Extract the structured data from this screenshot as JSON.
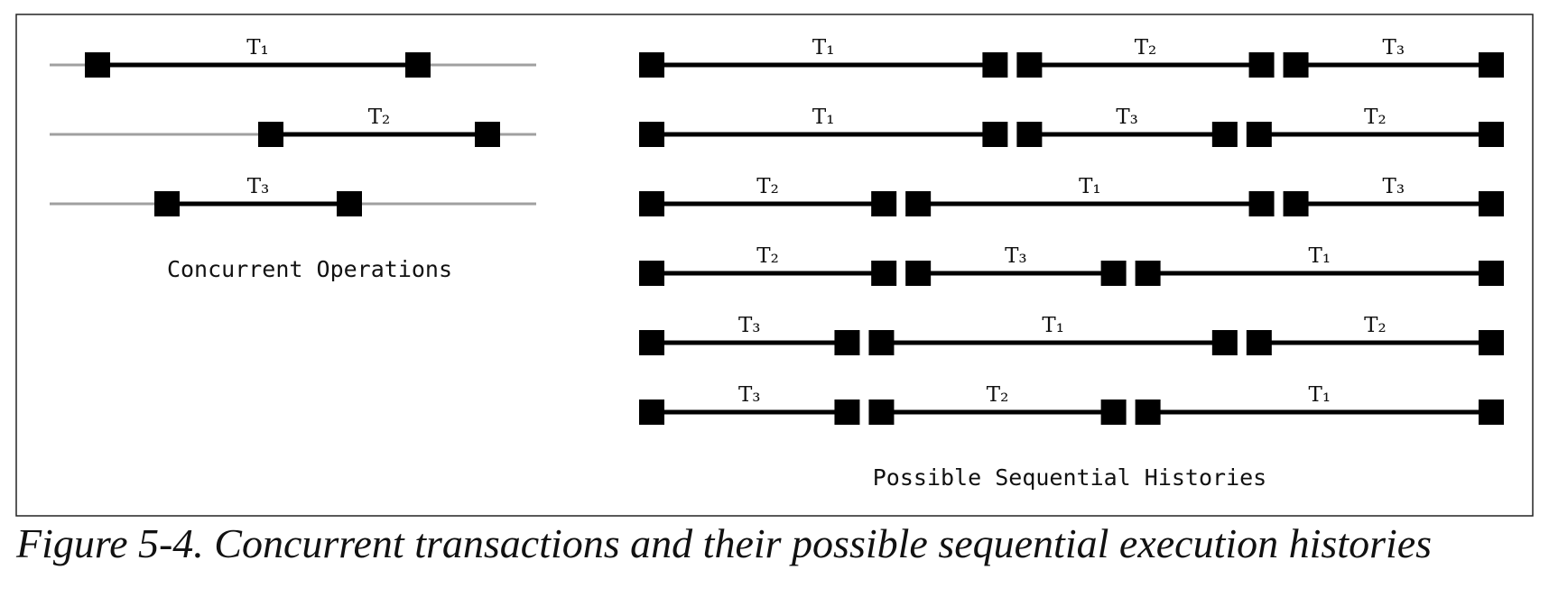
{
  "concurrent": {
    "title": "Concurrent Operations",
    "transactions": [
      {
        "label": "T₁"
      },
      {
        "label": "T₂"
      },
      {
        "label": "T₃"
      }
    ]
  },
  "sequential": {
    "title": "Possible Sequential Histories",
    "histories": [
      [
        "T₁",
        "T₂",
        "T₃"
      ],
      [
        "T₁",
        "T₃",
        "T₂"
      ],
      [
        "T₂",
        "T₁",
        "T₃"
      ],
      [
        "T₂",
        "T₃",
        "T₁"
      ],
      [
        "T₃",
        "T₁",
        "T₂"
      ],
      [
        "T₃",
        "T₂",
        "T₁"
      ]
    ]
  },
  "caption": "Figure 5-4. Concurrent transactions and their possible sequential execution histories"
}
